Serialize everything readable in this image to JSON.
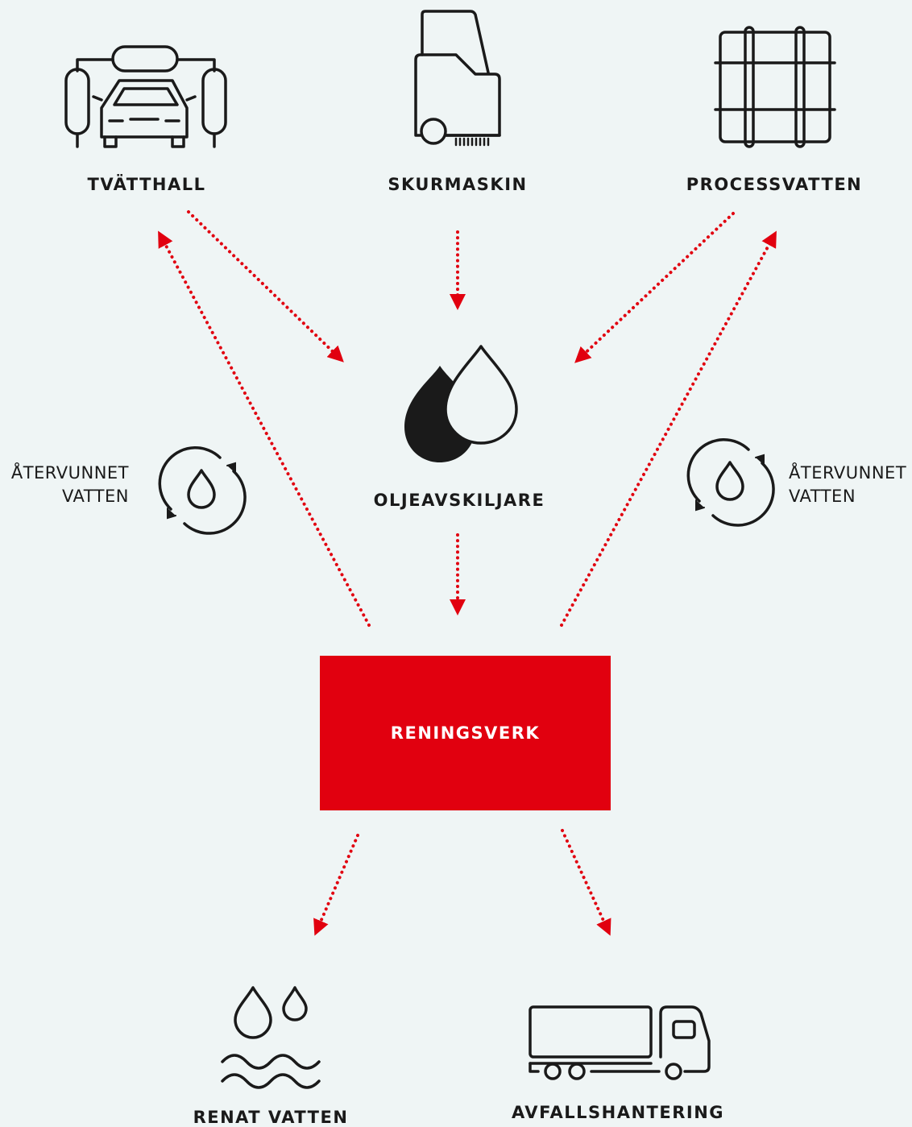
{
  "colors": {
    "background": "#eff5f5",
    "accent_red": "#e1000f",
    "icon_stroke": "#1a1a1a",
    "plant_text": "#ffffff"
  },
  "nodes": {
    "car_wash": {
      "label": "TVÄTTHALL",
      "icon": "car-wash-icon"
    },
    "scrubber": {
      "label": "SKURMASKIN",
      "icon": "floor-scrubber-icon"
    },
    "process_water": {
      "label": "PROCESSVATTEN",
      "icon": "ibc-tank-icon"
    },
    "oil_separator": {
      "label": "OLJEAVSKILJARE",
      "icon": "oil-water-drops-icon"
    },
    "treatment_plant": {
      "label": "RENINGSVERK"
    },
    "clean_water": {
      "label": "RENAT VATTEN",
      "icon": "water-drops-waves-icon"
    },
    "waste_handling": {
      "label": "AVFALLSHANTERING",
      "icon": "truck-icon"
    }
  },
  "recycled_left": {
    "line1": "ÅTERVUNNET",
    "line2": "VATTEN",
    "icon": "recycle-drop-icon"
  },
  "recycled_right": {
    "line1": "ÅTERVUNNET",
    "line2": "VATTEN",
    "icon": "recycle-drop-icon"
  }
}
